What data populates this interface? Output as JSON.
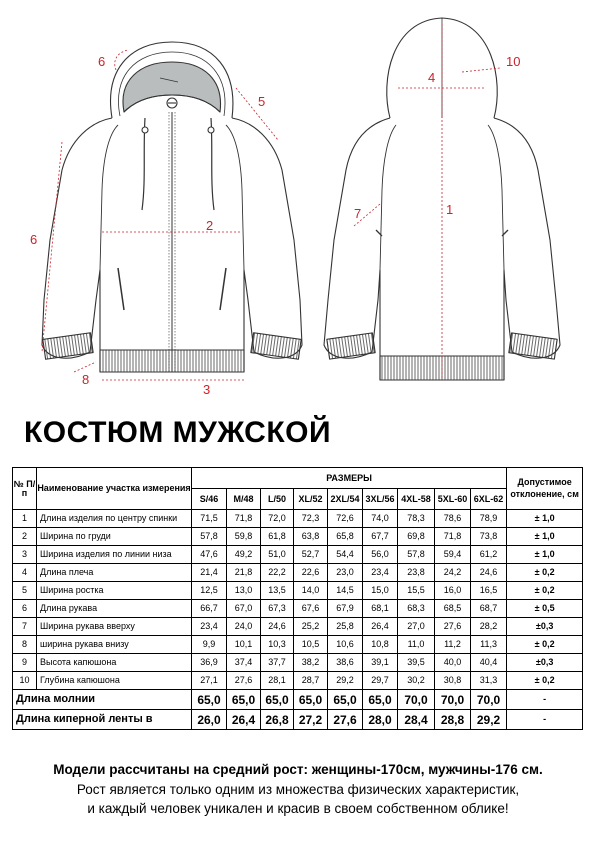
{
  "dimension_labels": [
    "1",
    "2",
    "3",
    "4",
    "5",
    "6",
    "6",
    "7",
    "8",
    "10"
  ],
  "colors": {
    "dimension": "#c8242b",
    "hood_lining": "#b9bdbd",
    "outline": "#333333"
  },
  "title": "КОСТЮМ МУЖСКОЙ",
  "table": {
    "num_header": "№ П/п",
    "name_header": "Наименование участка измерения",
    "sizes_header": "РАЗМЕРЫ",
    "tolerance_header": "Допустимое отклонение, см",
    "sizes": [
      "S/46",
      "M/48",
      "L/50",
      "XL/52",
      "2XL/54",
      "3XL/56",
      "4XL-58",
      "5XL-60",
      "6XL-62"
    ],
    "rows": [
      {
        "n": "1",
        "name": "Длина изделия по центру спинки",
        "values": [
          "71,5",
          "71,8",
          "72,0",
          "72,3",
          "72,6",
          "74,0",
          "78,3",
          "78,6",
          "78,9"
        ],
        "tol": "± 1,0"
      },
      {
        "n": "2",
        "name": "Ширина по груди",
        "values": [
          "57,8",
          "59,8",
          "61,8",
          "63,8",
          "65,8",
          "67,7",
          "69,8",
          "71,8",
          "73,8"
        ],
        "tol": "± 1,0"
      },
      {
        "n": "3",
        "name": "Ширина изделия по линии низа",
        "values": [
          "47,6",
          "49,2",
          "51,0",
          "52,7",
          "54,4",
          "56,0",
          "57,8",
          "59,4",
          "61,2"
        ],
        "tol": "± 1,0"
      },
      {
        "n": "4",
        "name": "Длина плеча",
        "values": [
          "21,4",
          "21,8",
          "22,2",
          "22,6",
          "23,0",
          "23,4",
          "23,8",
          "24,2",
          "24,6"
        ],
        "tol": "± 0,2"
      },
      {
        "n": "5",
        "name": "Ширина ростка",
        "values": [
          "12,5",
          "13,0",
          "13,5",
          "14,0",
          "14,5",
          "15,0",
          "15,5",
          "16,0",
          "16,5"
        ],
        "tol": "± 0,2"
      },
      {
        "n": "6",
        "name": "Длина рукава",
        "values": [
          "66,7",
          "67,0",
          "67,3",
          "67,6",
          "67,9",
          "68,1",
          "68,3",
          "68,5",
          "68,7"
        ],
        "tol": "± 0,5"
      },
      {
        "n": "7",
        "name": "Ширина рукава вверху",
        "values": [
          "23,4",
          "24,0",
          "24,6",
          "25,2",
          "25,8",
          "26,4",
          "27,0",
          "27,6",
          "28,2"
        ],
        "tol": "±0,3"
      },
      {
        "n": "8",
        "name": "ширина рукава внизу",
        "values": [
          "9,9",
          "10,1",
          "10,3",
          "10,5",
          "10,6",
          "10,8",
          "11,0",
          "11,2",
          "11,3"
        ],
        "tol": "± 0,2"
      },
      {
        "n": "9",
        "name": "Высота капюшона",
        "values": [
          "36,9",
          "37,4",
          "37,7",
          "38,2",
          "38,6",
          "39,1",
          "39,5",
          "40,0",
          "40,4"
        ],
        "tol": "±0,3"
      },
      {
        "n": "10",
        "name": "Глубина капюшона",
        "values": [
          "27,1",
          "27,6",
          "28,1",
          "28,7",
          "29,2",
          "29,7",
          "30,2",
          "30,8",
          "31,3"
        ],
        "tol": "± 0,2"
      }
    ],
    "extra_rows": [
      {
        "name": "Длина молнии",
        "values": [
          "65,0",
          "65,0",
          "65,0",
          "65,0",
          "65,0",
          "65,0",
          "70,0",
          "70,0",
          "70,0"
        ],
        "tol": "-"
      },
      {
        "name": "Длина киперной ленты в",
        "values": [
          "26,0",
          "26,4",
          "26,8",
          "27,2",
          "27,6",
          "28,0",
          "28,4",
          "28,8",
          "29,2"
        ],
        "tol": "-"
      }
    ]
  },
  "footer": {
    "line1": "Модели рассчитаны на средний рост: женщины-170см, мужчины-176 см.",
    "line2": "Рост является только одним из множества физических характеристик,",
    "line3": "и каждый человек уникален и красив в своем собственном облике!"
  }
}
